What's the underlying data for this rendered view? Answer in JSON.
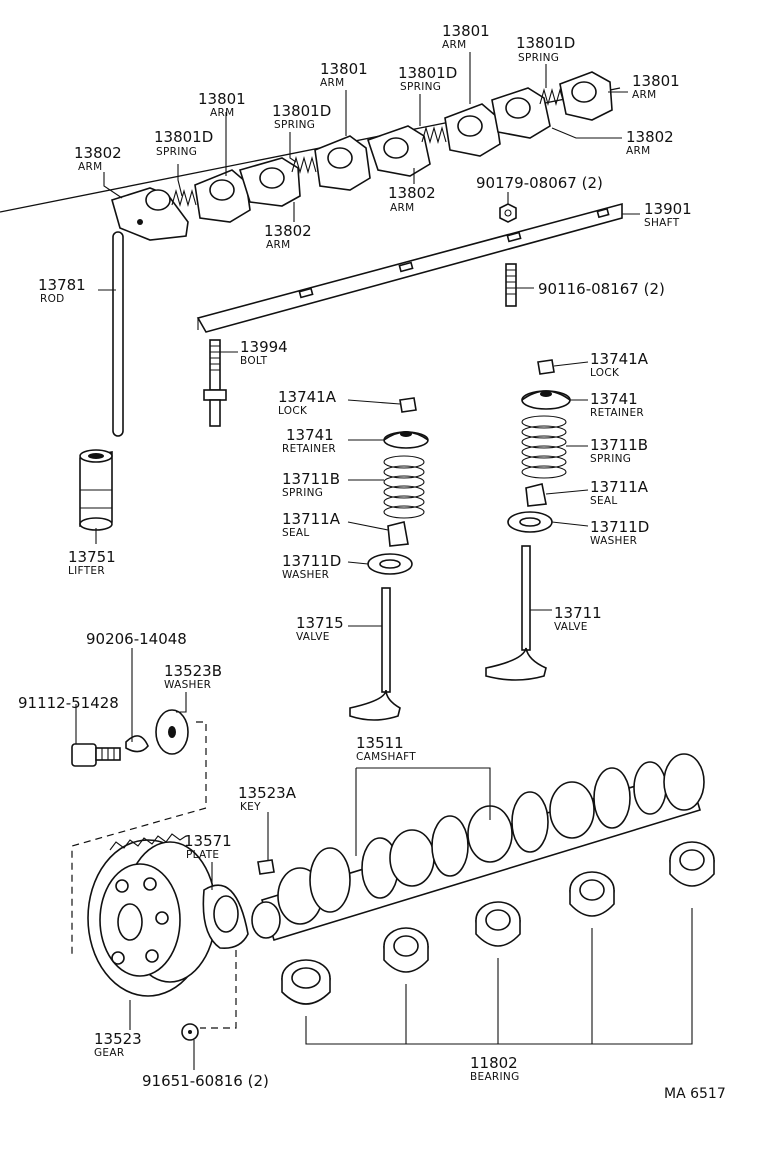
{
  "diagram": {
    "reference": "MA 6517",
    "callouts": {
      "arm_13802_left": {
        "part": "13802",
        "name": "ARM"
      },
      "spring_13801d_1": {
        "part": "13801D",
        "name": "SPRING"
      },
      "arm_13801_1": {
        "part": "13801",
        "name": "ARM"
      },
      "spring_13801d_2": {
        "part": "13801D",
        "name": "SPRING"
      },
      "arm_13801_2": {
        "part": "13801",
        "name": "ARM"
      },
      "arm_13802_mid": {
        "part": "13802",
        "name": "ARM"
      },
      "spring_13801d_3": {
        "part": "13801D",
        "name": "SPRING"
      },
      "arm_13801_3": {
        "part": "13801",
        "name": "ARM"
      },
      "arm_13802_2": {
        "part": "13802",
        "name": "ARM"
      },
      "spring_13801d_4": {
        "part": "13801D",
        "name": "SPRING"
      },
      "arm_13801_4": {
        "part": "13801",
        "name": "ARM"
      },
      "arm_13802_right": {
        "part": "13802",
        "name": "ARM"
      },
      "nut_90179": {
        "part": "90179-08067 (2)"
      },
      "shaft_13901": {
        "part": "13901",
        "name": "SHAFT"
      },
      "stud_90116": {
        "part": "90116-08167 (2)"
      },
      "rod_13781": {
        "part": "13781",
        "name": "ROD"
      },
      "bolt_13994": {
        "part": "13994",
        "name": "BOLT"
      },
      "lock_left": {
        "part": "13741A",
        "name": "LOCK"
      },
      "retainer_left": {
        "part": "13741",
        "name": "RETAINER"
      },
      "spring_left": {
        "part": "13711B",
        "name": "SPRING"
      },
      "seal_left": {
        "part": "13711A",
        "name": "SEAL"
      },
      "washer_left": {
        "part": "13711D",
        "name": "WASHER"
      },
      "valve_left": {
        "part": "13715",
        "name": "VALVE"
      },
      "lock_right": {
        "part": "13741A",
        "name": "LOCK"
      },
      "retainer_right": {
        "part": "13741",
        "name": "RETAINER"
      },
      "spring_right": {
        "part": "13711B",
        "name": "SPRING"
      },
      "seal_right": {
        "part": "13711A",
        "name": "SEAL"
      },
      "washer_right": {
        "part": "13711D",
        "name": "WASHER"
      },
      "valve_right": {
        "part": "13711",
        "name": "VALVE"
      },
      "lifter_13751": {
        "part": "13751",
        "name": "LIFTER"
      },
      "pin_90206": {
        "part": "90206-14048"
      },
      "washer_13523b": {
        "part": "13523B",
        "name": "WASHER"
      },
      "bolt_91112": {
        "part": "91112-51428"
      },
      "camshaft_13511": {
        "part": "13511",
        "name": "CAMSHAFT"
      },
      "key_13523a": {
        "part": "13523A",
        "name": "KEY"
      },
      "plate_13571": {
        "part": "13571",
        "name": "PLATE"
      },
      "gear_13523": {
        "part": "13523",
        "name": "GEAR"
      },
      "bolt_91651": {
        "part": "91651-60816 (2)"
      },
      "bearing_11802": {
        "part": "11802",
        "name": "BEARING"
      }
    }
  }
}
